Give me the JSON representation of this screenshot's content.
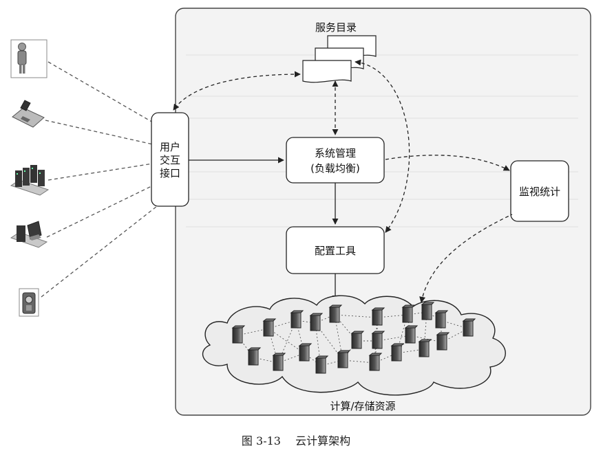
{
  "nodes": {
    "service_catalog": "服务目录",
    "user_interface": [
      "用户",
      "交互",
      "接口"
    ],
    "system_management": [
      "系统管理",
      "(负载均衡)"
    ],
    "monitoring": "监视统计",
    "config_tool": "配置工具",
    "resources": "计算/存储资源"
  },
  "caption": {
    "number": "图 3-13",
    "title": "云计算架构"
  },
  "clients": [
    {
      "name": "person-user",
      "icon": "person-icon"
    },
    {
      "name": "laptop-user",
      "icon": "laptop-icon"
    },
    {
      "name": "server-rack-user",
      "icon": "server-rack-icon"
    },
    {
      "name": "desktop-user",
      "icon": "desktop-computer-icon"
    },
    {
      "name": "mobile-user",
      "icon": "mobile-phone-icon"
    }
  ],
  "colors": {
    "panel_bg": "#f3f3f3",
    "panel_border": "#444444",
    "cloud_bg": "#ececec",
    "server_dark": "#3a3a3a",
    "server_light": "#9a9a9a",
    "line": "#333333"
  }
}
